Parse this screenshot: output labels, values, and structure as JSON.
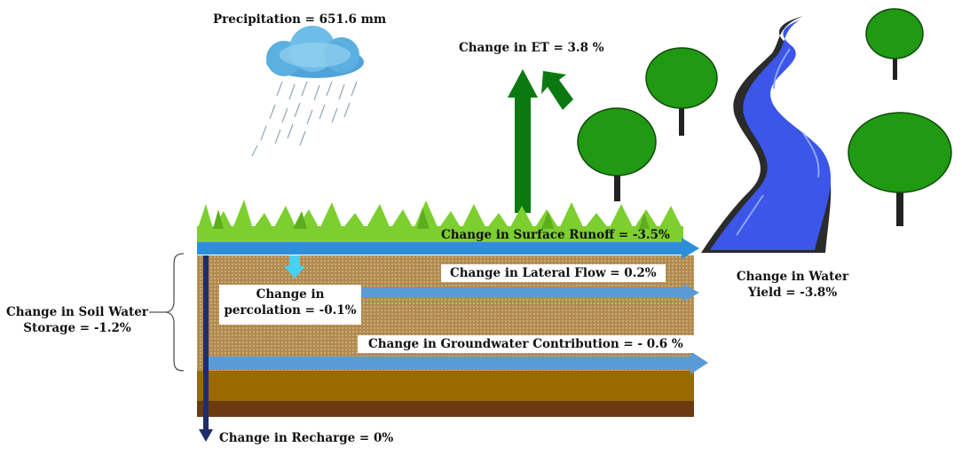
{
  "precipitation": "Precipitation = 651.6 mm",
  "et": "Change in ET = 3.8 %",
  "surface_runoff": "Change in Surface Runoff = -3.5%",
  "lateral_flow": "Change in Lateral Flow = 0.2%",
  "percolation": {
    "line1": "Change in",
    "line2": "percolation = -0.1%"
  },
  "groundwater": "Change in Groundwater Contribution = - 0.6 %",
  "recharge": "Change in Recharge = 0%",
  "soil_water": {
    "line1": "Change in Soil Water",
    "line2": "Storage  = -1.2%"
  },
  "water_yield": {
    "line1": "Change in Water",
    "line2": "Yield = -3.8%"
  },
  "colors": {
    "soil_upper": "#a8824a",
    "soil_lower": "#9a6a00",
    "soil_bottom": "#6b3a10",
    "flow_arrow": "#5b9bd5",
    "runoff_arrow": "#2e8fd8",
    "percolation_arrow": "#47d1f5",
    "recharge_arrow": "#1f2d6b",
    "et_arrow": "#0a7a10",
    "grass": "#7ccf2f",
    "river": "#3b56e8",
    "tree": "#1f9a12"
  }
}
